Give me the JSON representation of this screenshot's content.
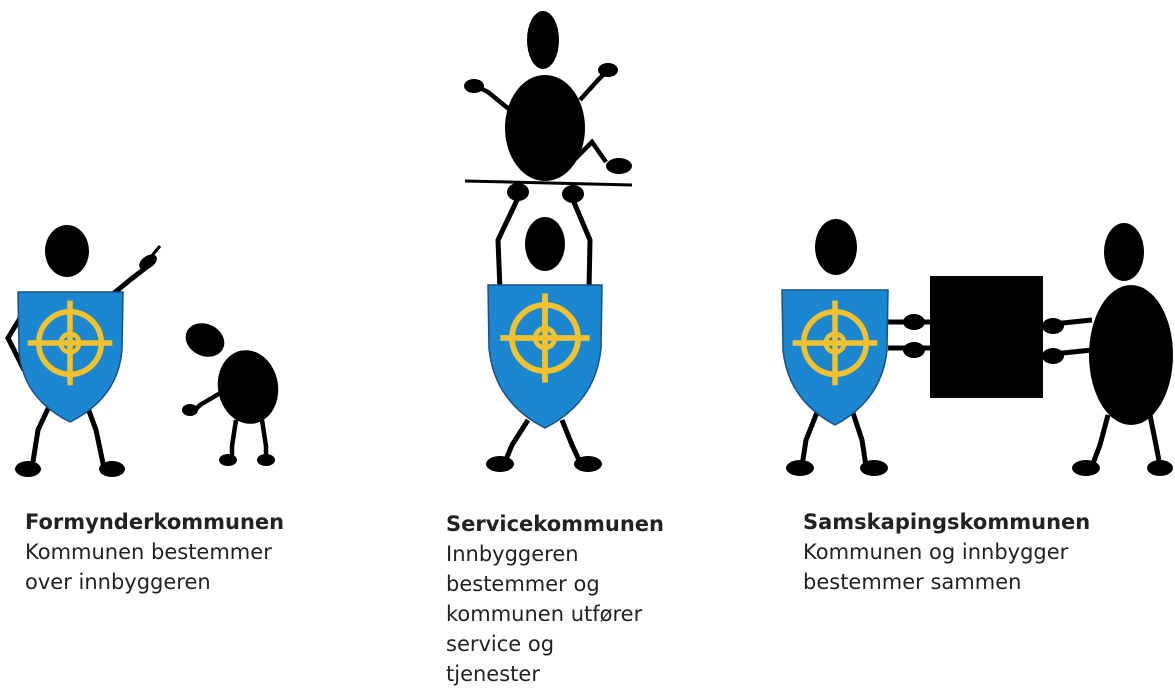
{
  "panels": [
    {
      "title": "Formynderkommunen",
      "body": [
        "Kommunen bestemmer",
        "over innbyggeren"
      ]
    },
    {
      "title": "Servicekommunen",
      "body": [
        "Innbyggeren",
        "bestemmer og",
        "kommunen utfører",
        "service og tjenester"
      ]
    },
    {
      "title": "Samskapingskommunen",
      "body": [
        "Kommunen og innbygger",
        "bestemmer sammen"
      ]
    }
  ],
  "colors": {
    "figure": "#000000",
    "shield": "#1b87d0",
    "wheel": "#f2c12e"
  }
}
